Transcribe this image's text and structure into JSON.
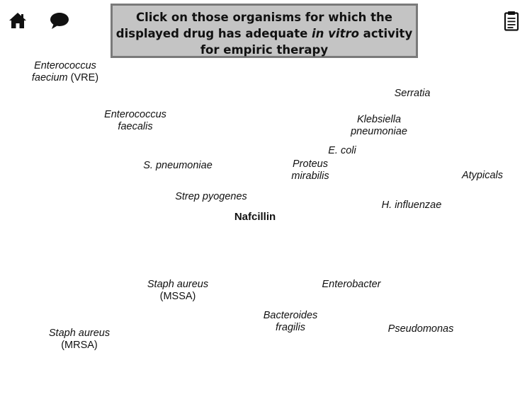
{
  "toolbar": {
    "home_icon": "home-icon",
    "comment_icon": "speech-bubble-icon",
    "notepad_icon": "clipboard-icon"
  },
  "instruction": {
    "before": "Click on those organisms for which the displayed drug has adequate ",
    "emphasis": "in vitro",
    "after": " activity for empiric therapy"
  },
  "drug": {
    "name": "Nafcillin"
  },
  "organisms": {
    "enterococcus_faecium": {
      "line1": "Enterococcus",
      "line2_italic": "faecium",
      "line2_plain": " (VRE)"
    },
    "enterococcus_faecalis": {
      "line1": "Enterococcus",
      "line2": "faecalis"
    },
    "s_pneumoniae": {
      "label": "S. pneumoniae"
    },
    "strep_pyogenes": {
      "label": "Strep pyogenes"
    },
    "serratia": {
      "label": "Serratia"
    },
    "klebsiella": {
      "line1": "Klebsiella",
      "line2": "pneumoniae"
    },
    "e_coli": {
      "label": "E. coli"
    },
    "proteus": {
      "line1": "Proteus",
      "line2": "mirabilis"
    },
    "atypicals": {
      "label": "Atypicals"
    },
    "h_influenzae": {
      "label": "H. influenzae"
    },
    "staph_mssa": {
      "line1": "Staph aureus",
      "line2": "(MSSA)"
    },
    "enterobacter": {
      "label": "Enterobacter"
    },
    "bacteroides": {
      "line1": "Bacteroides",
      "line2": "fragilis"
    },
    "pseudomonas": {
      "label": "Pseudomonas"
    },
    "staph_mrsa": {
      "line1": "Staph aureus",
      "line2": "(MRSA)"
    }
  }
}
